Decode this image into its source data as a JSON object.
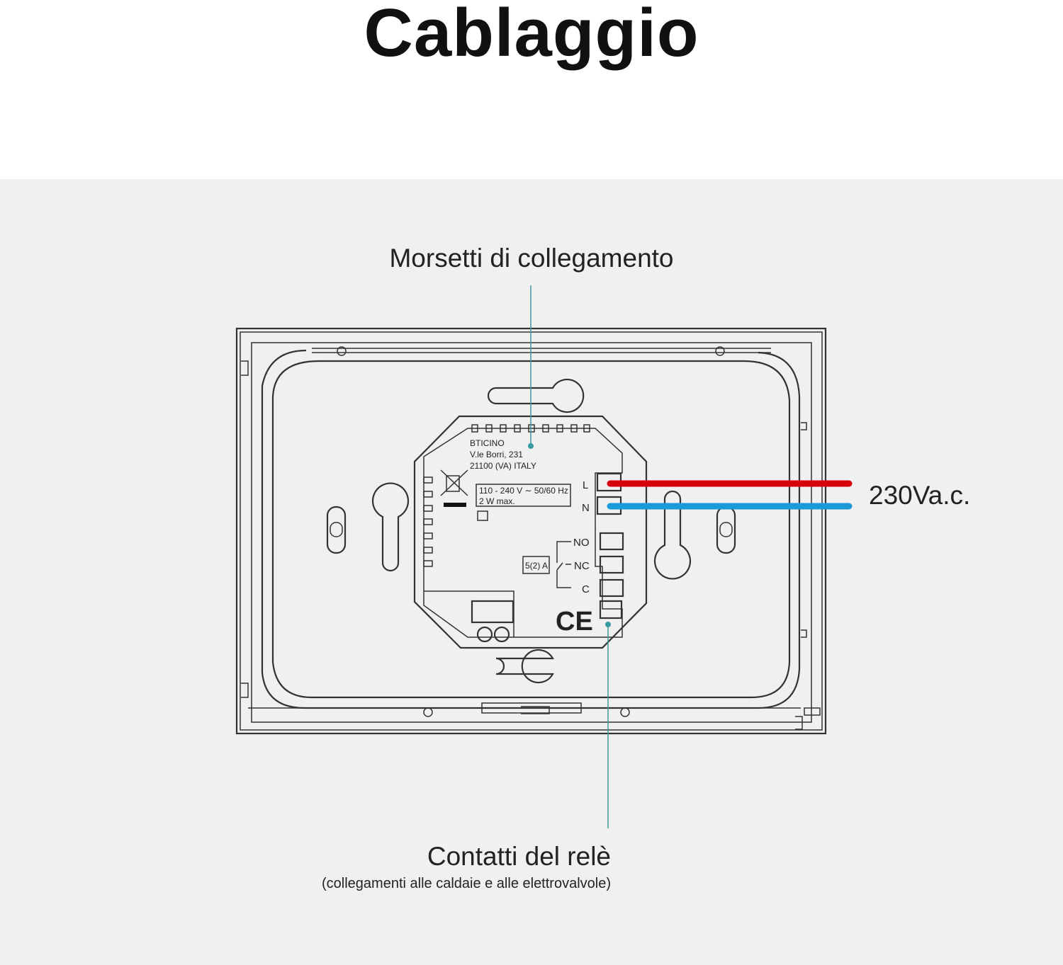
{
  "title": "Cablaggio",
  "callouts": {
    "terminals": "Morsetti di collegamento",
    "relay_title": "Contatti del relè",
    "relay_subtitle": "(collegamenti alle caldaie e alle elettrovalvole)",
    "voltage": "230Va.c."
  },
  "device": {
    "maker": "BTICINO",
    "address_1": "V.le Borri, 231",
    "address_2": "21100 (VA) ITALY",
    "rating_1": "110 - 240 V ∼ 50/60 Hz",
    "rating_2": "2 W max.",
    "relay_rating": "5(2) A",
    "terminal_L": "L",
    "terminal_N": "N",
    "terminal_NO": "NO",
    "terminal_NC": "NC",
    "terminal_C": "C",
    "ce_mark": "CE"
  },
  "colors": {
    "live_wire": "#d9000d",
    "neutral_wire": "#1a9ad6",
    "leader": "#3a9aa3"
  }
}
